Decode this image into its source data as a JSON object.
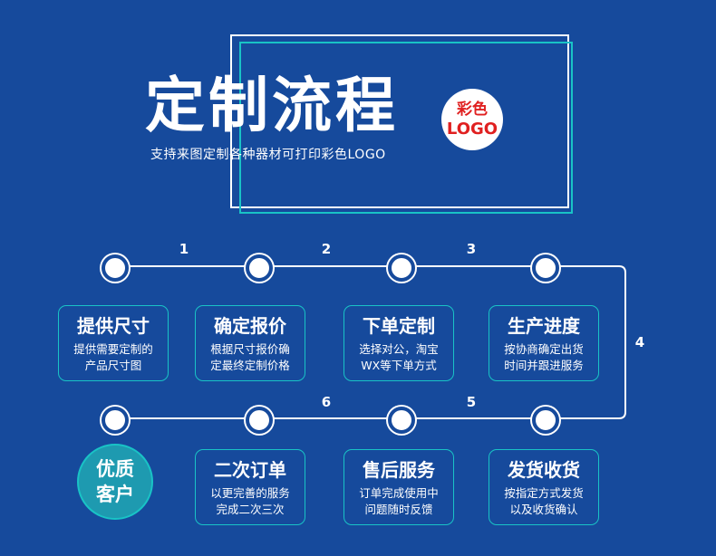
{
  "header": {
    "title": "定制流程",
    "subtitle": "支持来图定制各种器材可打印彩色LOGO",
    "logo_badge": {
      "line1": "彩色",
      "line2": "LOGO"
    }
  },
  "flow": {
    "step_numbers": [
      "1",
      "2",
      "3",
      "4",
      "5",
      "6"
    ],
    "steps": [
      {
        "title": "提供尺寸",
        "desc_line1": "提供需要定制的",
        "desc_line2": "产品尺寸图"
      },
      {
        "title": "确定报价",
        "desc_line1": "根据尺寸报价确",
        "desc_line2": "定最终定制价格"
      },
      {
        "title": "下单定制",
        "desc_line1": "选择对公，淘宝",
        "desc_line2": "WX等下单方式"
      },
      {
        "title": "生产进度",
        "desc_line1": "按协商确定出货",
        "desc_line2": "时间并跟进服务"
      },
      {
        "title": "发货收货",
        "desc_line1": "按指定方式发货",
        "desc_line2": "以及收货确认"
      },
      {
        "title": "售后服务",
        "desc_line1": "订单完成使用中",
        "desc_line2": "问题随时反馈"
      },
      {
        "title": "二次订单",
        "desc_line1": "以更完善的服务",
        "desc_line2": "完成二次三次"
      }
    ],
    "customer": {
      "line1": "优质",
      "line2": "客户"
    }
  },
  "colors": {
    "background": "#164a9c",
    "accent": "#19c3c6",
    "logo_text": "#e02020"
  }
}
